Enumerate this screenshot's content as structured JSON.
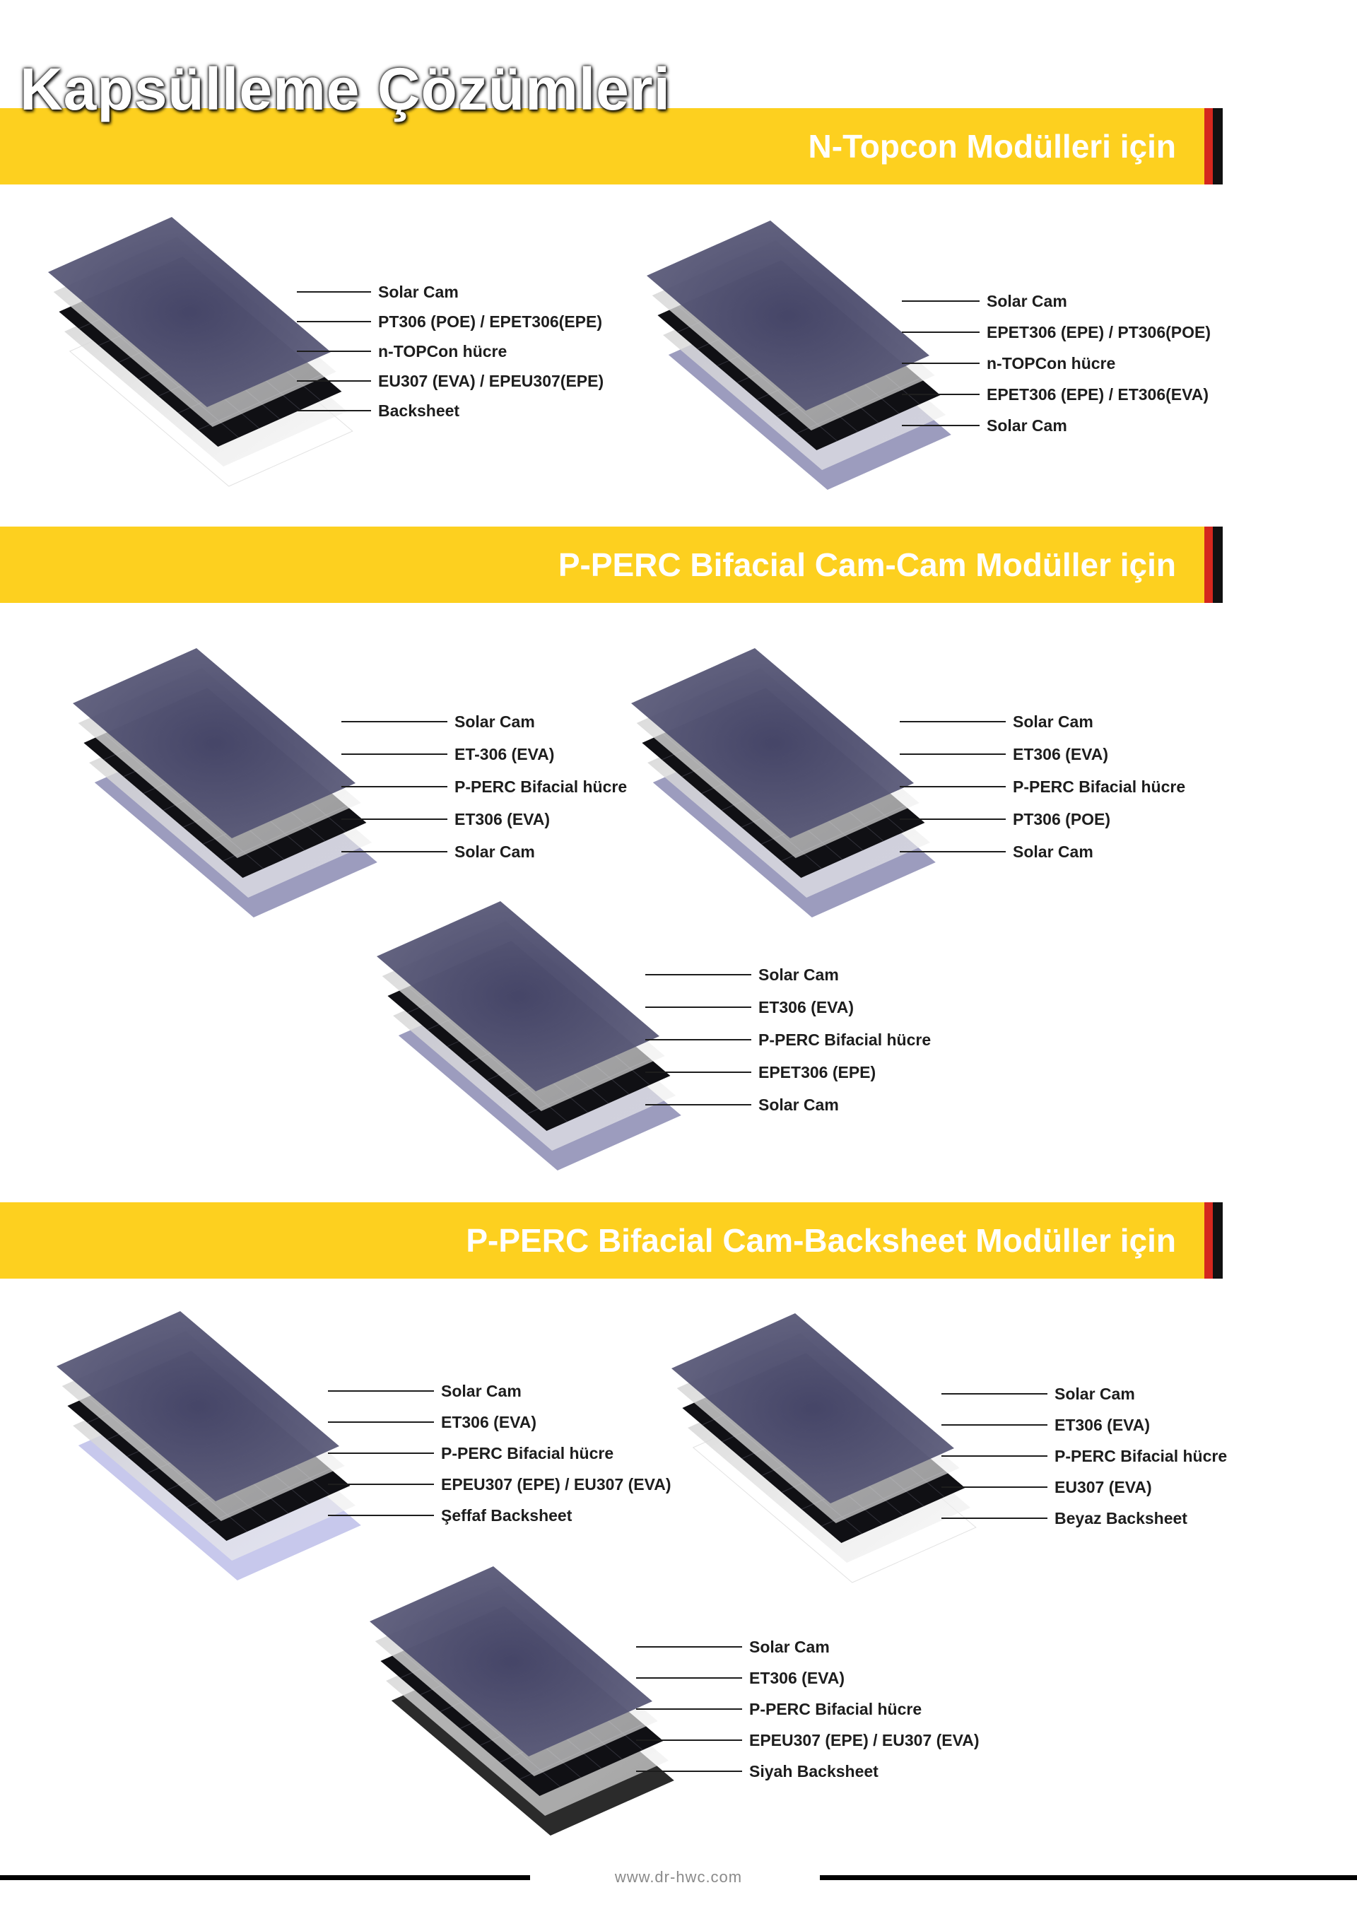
{
  "page_title": "Kapsülleme Çözümleri",
  "sections": [
    {
      "title": "N-Topcon Modülleri için"
    },
    {
      "title": "P-PERC Bifacial Cam-Cam Modüller için"
    },
    {
      "title": "P-PERC Bifacial Cam-Backsheet Modüller için"
    }
  ],
  "colors": {
    "banner_yellow": "#fdd01f",
    "accent_red": "#d4271e",
    "glass": "#5c5c7a",
    "cell": "#101014",
    "backsheet_clear": "#c7c8ec",
    "backsheet_white": "#ffffff",
    "backsheet_black": "#2b2b2b"
  },
  "stacks": [
    {
      "bottom": "white",
      "labels": [
        "Solar Cam",
        "PT306 (POE) / EPET306(EPE)",
        "n-TOPCon hücre",
        "EU307 (EVA) / EPEU307(EPE)",
        "Backsheet"
      ]
    },
    {
      "bottom": "glass",
      "labels": [
        "Solar Cam",
        "EPET306 (EPE) / PT306(POE)",
        "n-TOPCon hücre",
        "EPET306 (EPE) / ET306(EVA)",
        "Solar Cam"
      ]
    },
    {
      "bottom": "glass",
      "labels": [
        "Solar Cam",
        "ET-306 (EVA)",
        "P-PERC Bifacial hücre",
        "ET306 (EVA)",
        "Solar Cam"
      ]
    },
    {
      "bottom": "glass",
      "labels": [
        "Solar Cam",
        "ET306 (EVA)",
        "P-PERC Bifacial hücre",
        "PT306 (POE)",
        "Solar Cam"
      ]
    },
    {
      "bottom": "glass",
      "labels": [
        "Solar Cam",
        "ET306 (EVA)",
        "P-PERC Bifacial hücre",
        "EPET306 (EPE)",
        "Solar Cam"
      ]
    },
    {
      "bottom": "clear",
      "labels": [
        "Solar Cam",
        "ET306 (EVA)",
        "P-PERC Bifacial hücre",
        "EPEU307 (EPE) / EU307 (EVA)",
        "Şeffaf Backsheet"
      ]
    },
    {
      "bottom": "white",
      "labels": [
        "Solar Cam",
        "ET306 (EVA)",
        "P-PERC Bifacial hücre",
        "EU307 (EVA)",
        "Beyaz Backsheet"
      ]
    },
    {
      "bottom": "black",
      "labels": [
        "Solar Cam",
        "ET306 (EVA)",
        "P-PERC Bifacial hücre",
        "EPEU307 (EPE) / EU307 (EVA)",
        "Siyah Backsheet"
      ]
    }
  ],
  "footer": {
    "url": "www.dr-hwc.com"
  }
}
